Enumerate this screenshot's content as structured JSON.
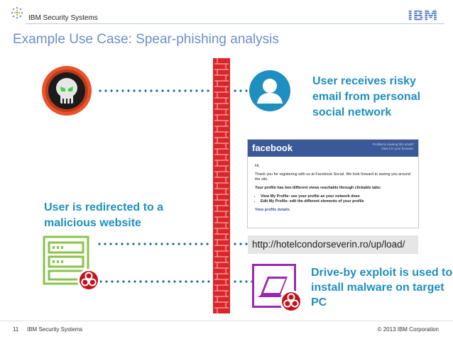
{
  "header": {
    "brand": "IBM Security Systems",
    "logo_text": "IBM",
    "logo_icon": "ibm-security-logo-icon"
  },
  "slide": {
    "title": "Example Use Case: Spear-phishing analysis"
  },
  "steps": {
    "user_email": "User receives risky email from personal social network",
    "redirect": "User is redirected to a malicious website",
    "drive_by": "Drive-by exploit is used to install malware on target PC"
  },
  "facebook_email": {
    "logo": "facebook",
    "header_note_1": "Problems viewing this email?",
    "header_note_2": "View it in your browser.",
    "greeting": "Hi,",
    "intro": "Thank you for registering with us at Facebook Social. We look forward to seeing you around the site.",
    "lead": "Your profile has two different views reachable through clickable tabs:",
    "bullets": [
      "View My Profile: see your profile as your network does",
      "Edit My Profile: edit the different elements of your profile"
    ],
    "link": "View profile details."
  },
  "url": {
    "text": "http://hotelcondorseverin.ro/up/load/"
  },
  "footer": {
    "slide_number": "11",
    "brand": "IBM Security Systems",
    "copyright": "© 2013 IBM Corporation"
  },
  "icons": {
    "attacker": "skull-icon",
    "user": "user-icon",
    "firewall": "firewall-icon",
    "server": "server-icon",
    "laptop": "laptop-icon",
    "biohazard": "biohazard-icon"
  },
  "colors": {
    "title": "#6b8fc7",
    "callout": "#1f8fbf",
    "firewall": "#d9262a",
    "facebook": "#3b5998",
    "server": "#8bc34a",
    "laptop": "#9c27b0",
    "dots": "#1c6f8f"
  }
}
